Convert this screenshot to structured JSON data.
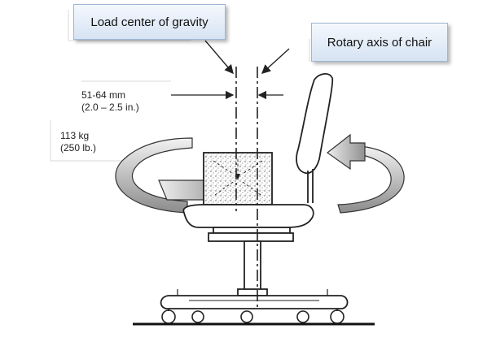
{
  "callouts": {
    "load_center": "Load center of gravity",
    "rotary_axis": "Rotary axis of chair"
  },
  "dimensions": {
    "offset_mm": "51-64 mm",
    "offset_in": "(2.0 – 2.5 in.)",
    "load_kg": "113 kg",
    "load_lb": "(250 lb.)"
  },
  "colors": {
    "callout_border": "#9fb6d4",
    "callout_fill_top": "#f4f8fd",
    "callout_fill_bottom": "#d6e3f3",
    "line": "#222222"
  }
}
